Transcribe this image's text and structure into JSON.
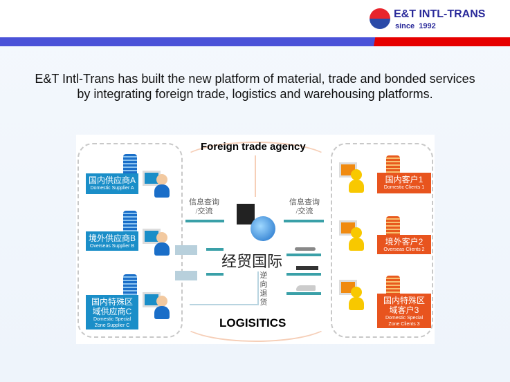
{
  "header": {
    "brand": "E&T INTL-TRANS",
    "since": "since  1992"
  },
  "headline": {
    "line1": "E&T Intl-Trans has built the new platform of material, trade and bonded services",
    "line2": "by integrating foreign trade, logistics and warehousing platforms."
  },
  "diagram": {
    "top_label": "Foreign trade agency",
    "bottom_label": "LOGISITICS",
    "center_label": "经贸国际",
    "info_left": "信息查询\n/交流",
    "info_right": "信息查询\n/交流",
    "return_label": "逆向退货",
    "suppliers": [
      {
        "cn": "国内供应商A",
        "en": "Domestic Supplier A"
      },
      {
        "cn": "境外供应商B",
        "en": "Overseas Supplier B"
      },
      {
        "cn": "国内特殊区域供应商C",
        "en": "Domestic Special Zone Supplier C"
      }
    ],
    "clients": [
      {
        "cn": "国内客户1",
        "en": "Domestic Clients  1"
      },
      {
        "cn": "境外客户2",
        "en": "Overseas Clients  2"
      },
      {
        "cn": "国内特殊区域客户3",
        "en": "Domestic Special Zone Clients  3"
      }
    ]
  }
}
